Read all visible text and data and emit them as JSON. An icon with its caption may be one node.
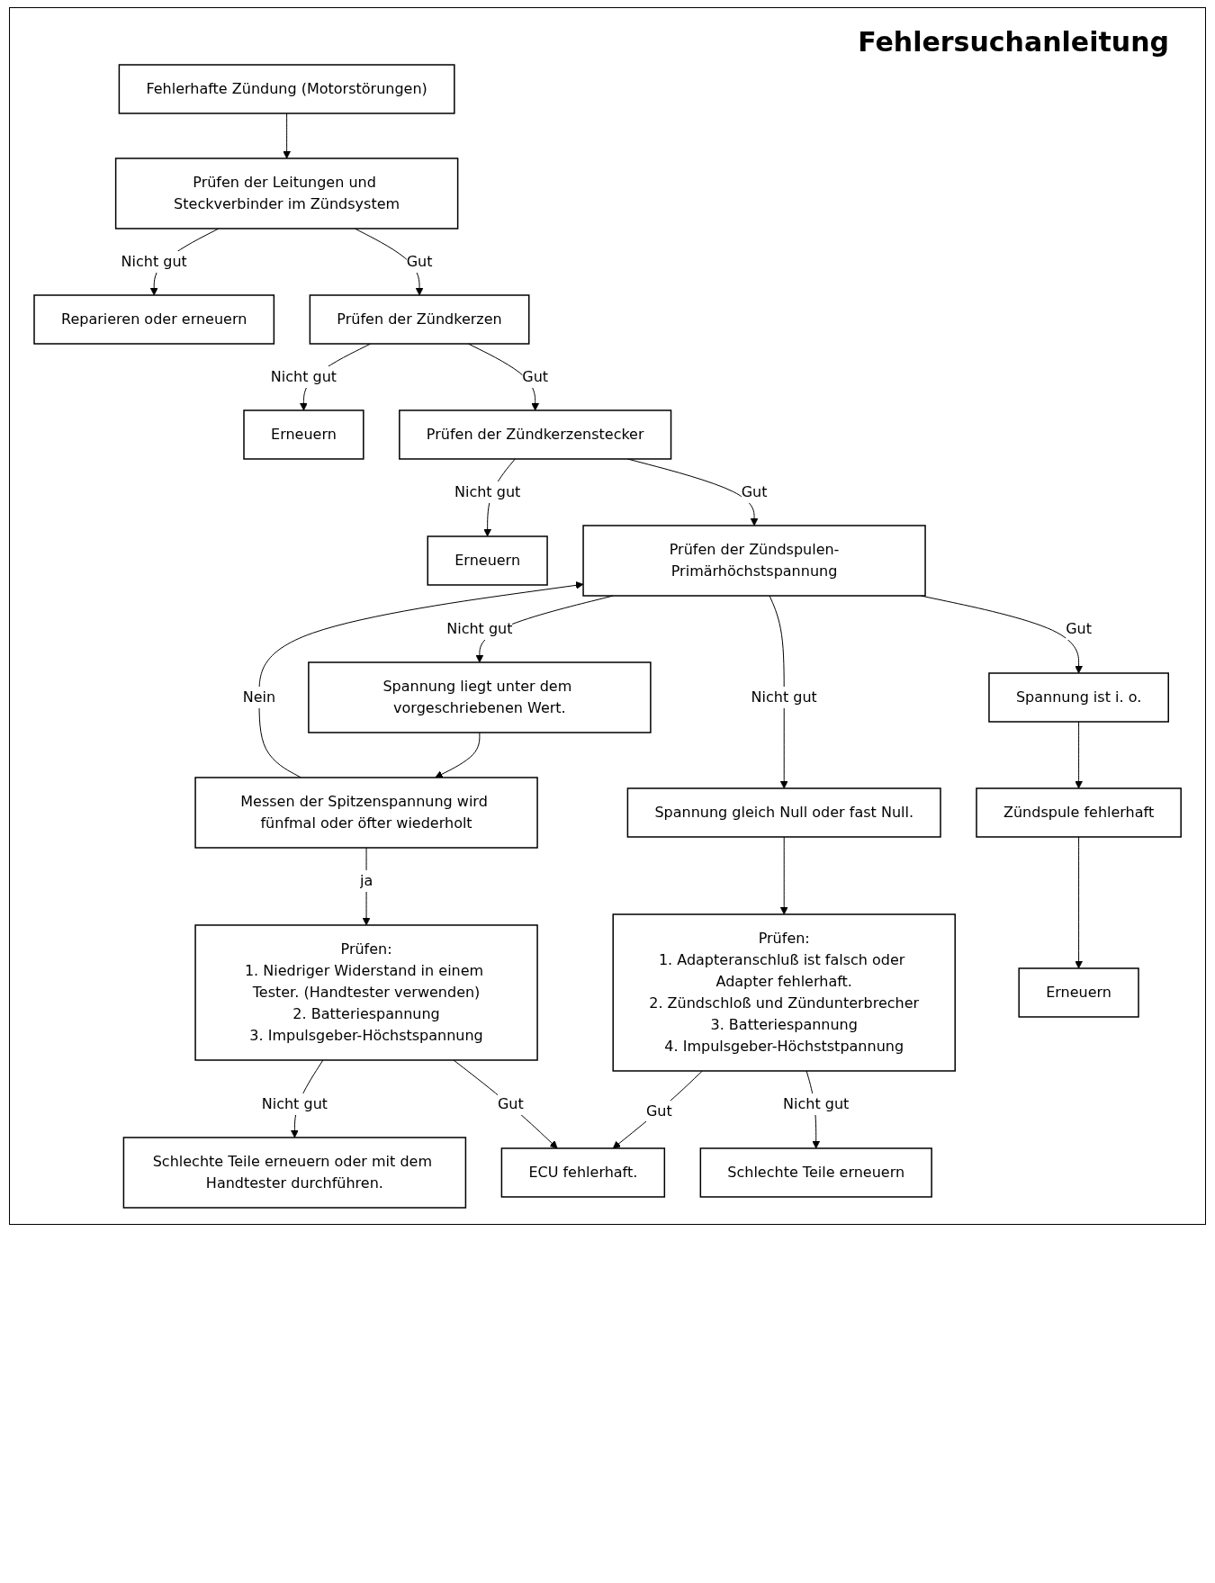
{
  "diagram": {
    "title": "Fehlersuchanleitung",
    "nodes": [
      {
        "text": [
          "Fehlerhafte Zündung (Motorstörungen)"
        ]
      },
      {
        "text": [
          "Prüfen der Leitungen und Steckverbinder im Zündsystem"
        ]
      },
      {
        "text": [
          "Reparieren oder erneuern"
        ]
      },
      {
        "text": [
          "Prüfen der Zündkerzen"
        ]
      },
      {
        "text": [
          "Erneuern"
        ]
      },
      {
        "text": [
          "Prüfen der Zündkerzenstecker"
        ]
      },
      {
        "text": [
          "Erneuern"
        ]
      },
      {
        "text": [
          "Prüfen der Zündspulen-Primärhöchstspannung"
        ]
      },
      {
        "text": [
          "Spannung liegt unter dem vorgeschriebenen Wert."
        ]
      },
      {
        "text": [
          "Spannung ist i. o."
        ]
      },
      {
        "text": [
          "Spannung gleich Null oder fast Null."
        ]
      },
      {
        "text": [
          "Messen der Spitzenspannung wird fünfmal oder öfter wiederholt"
        ]
      },
      {
        "text": [
          "Zündspule fehlerhaft"
        ]
      },
      {
        "text": [
          "Prüfen:",
          "1. Adapteranschluß ist falsch oder Adapter fehlerhaft.",
          "2. Zündschloß und Zündunterbrecher",
          "3. Batteriespannung",
          "4. Impulsgeber-Höchststpannung"
        ]
      },
      {
        "text": [
          "Prüfen:",
          "1. Niedriger Widerstand in einem Tester. (Handtester verwenden)",
          "2. Batteriespannung",
          "3. Impulsgeber-Höchstspannung"
        ]
      },
      {
        "text": [
          "Erneuern"
        ]
      },
      {
        "text": [
          "Schlechte Teile erneuern"
        ]
      },
      {
        "text": [
          "ECU fehlerhaft."
        ]
      },
      {
        "text": [
          "Schlechte Teile erneuern oder mit dem Handtester durchführen."
        ]
      }
    ],
    "edges": [
      {
        "from": 0,
        "to": 1,
        "arrow": "to"
      },
      {
        "from": 1,
        "to": 2,
        "arrow": "to",
        "label": "Nicht gut"
      },
      {
        "from": 1,
        "to": 3,
        "arrow": "to",
        "label": "Gut"
      },
      {
        "from": 3,
        "to": 4,
        "arrow": "to",
        "label": "Nicht gut"
      },
      {
        "from": 3,
        "to": 5,
        "arrow": "to",
        "label": "Gut"
      },
      {
        "from": 5,
        "to": 6,
        "arrow": "to",
        "label": "Nicht gut"
      },
      {
        "from": 5,
        "to": 7,
        "arrow": "to",
        "label": "Gut"
      },
      {
        "from": 7,
        "to": 8,
        "arrow": "to",
        "label": "Nicht gut"
      },
      {
        "from": 7,
        "to": 9,
        "arrow": "to",
        "label": "Gut"
      },
      {
        "from": 7,
        "to": 10,
        "arrow": "to",
        "label": "Nicht gut"
      },
      {
        "from": 8,
        "to": 11,
        "arrow": "to"
      },
      {
        "from": 11,
        "to": 7,
        "arrow": "to",
        "label": "Nein"
      },
      {
        "from": 11,
        "to": 14,
        "arrow": "to",
        "label": "ja"
      },
      {
        "from": 9,
        "to": 12,
        "arrow": "to"
      },
      {
        "from": 10,
        "to": 13,
        "arrow": "to"
      },
      {
        "from": 12,
        "to": 15,
        "arrow": "to"
      },
      {
        "from": 13,
        "to": 16,
        "arrow": "to",
        "label": "Nicht gut"
      },
      {
        "from": 13,
        "to": 17,
        "arrow": "to",
        "label": "Gut"
      },
      {
        "from": 14,
        "to": 17,
        "arrow": "to",
        "label": "Gut"
      },
      {
        "from": 14,
        "to": 18,
        "arrow": "to",
        "label": "Nicht gut"
      }
    ]
  }
}
